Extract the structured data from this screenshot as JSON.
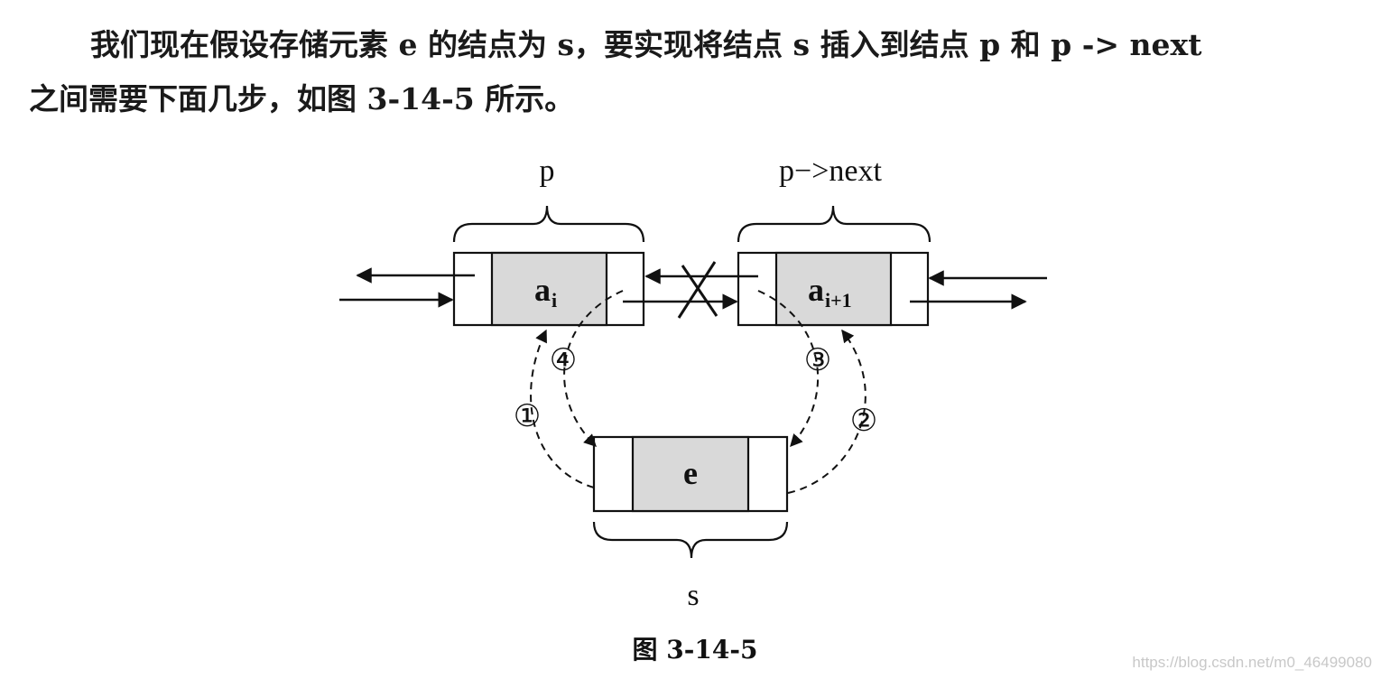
{
  "paragraph": {
    "line1": "我们现在假设存储元素 e 的结点为 s，要实现将结点 s 插入到结点 p 和 p  ->  next",
    "line2": "之间需要下面几步，如图 3-14-5 所示。"
  },
  "diagram": {
    "label_p": "p",
    "label_pnext": "p−>next",
    "label_s": "s",
    "node_ai": {
      "base": "a",
      "sub": "i"
    },
    "node_ai1": {
      "base": "a",
      "sub": "i+1"
    },
    "node_e": "e",
    "steps": [
      "①",
      "②",
      "③",
      "④"
    ]
  },
  "caption": "图 3-14-5",
  "watermark": "https://blog.csdn.net/m0_46499080",
  "colors": {
    "data_fill": "#d9d9d9",
    "stroke": "#111111",
    "text": "#111111"
  }
}
